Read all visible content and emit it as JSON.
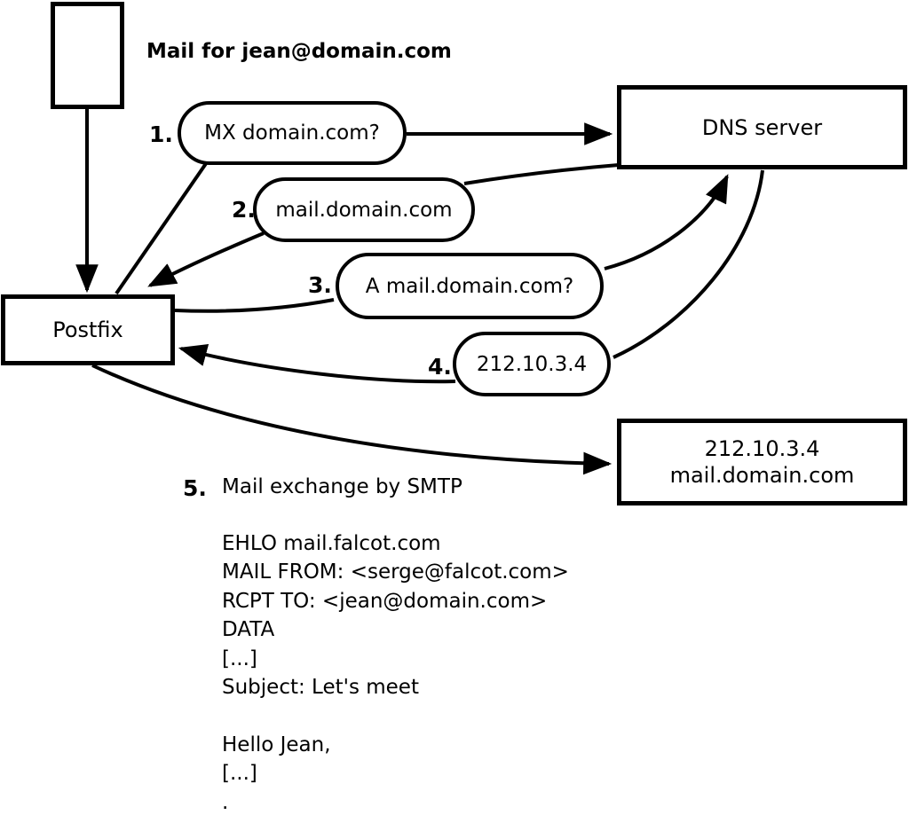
{
  "note": "Mail for jean@domain.com",
  "nodes": {
    "postfix": "Postfix",
    "dns": "DNS server",
    "mailserver_line1": "212.10.3.4",
    "mailserver_line2": "mail.domain.com"
  },
  "steps": [
    {
      "num": "1.",
      "label": "MX domain.com?"
    },
    {
      "num": "2.",
      "label": "mail.domain.com"
    },
    {
      "num": "3.",
      "label": "A mail.domain.com?"
    },
    {
      "num": "4.",
      "label": "212.10.3.4"
    },
    {
      "num": "5.",
      "label": "Mail exchange by SMTP"
    }
  ],
  "smtp": {
    "lines": [
      "EHLO mail.falcot.com",
      "MAIL FROM: <serge@falcot.com>",
      "RCPT TO: <jean@domain.com>",
      "DATA",
      "[...]",
      "Subject: Let's meet",
      "",
      "Hello Jean,",
      "[...]",
      "."
    ]
  },
  "colors": {
    "stroke": "#000000",
    "background": "#ffffff"
  }
}
